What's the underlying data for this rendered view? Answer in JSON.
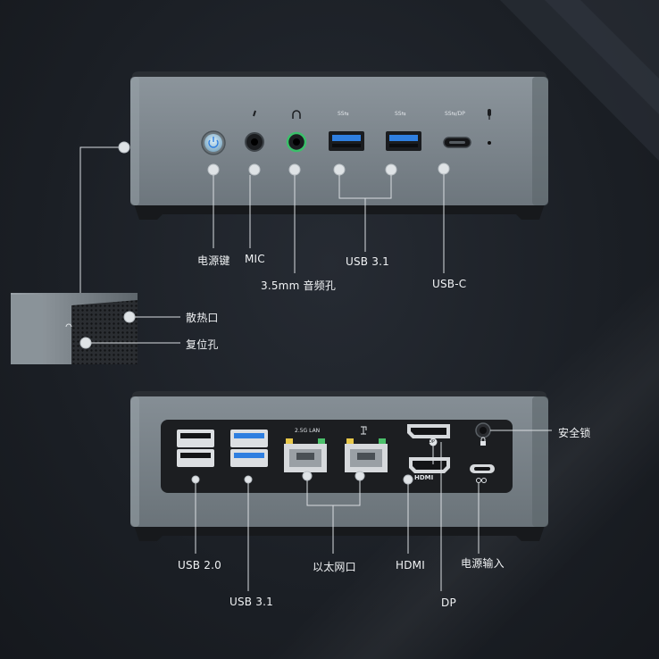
{
  "colors": {
    "background": "#1b1f25",
    "chassis": "#7b858d",
    "chassis_dark": "#23272c",
    "usb3_blue": "#2f7fe0",
    "audio_green": "#3bbf6a",
    "leader_line": "#d9dde1"
  },
  "front": {
    "labels": {
      "power_key": "电源键",
      "mic": "MIC",
      "audio_jack": "3.5mm 音频孔",
      "usb31": "USB 3.1",
      "usbc": "USB-C"
    },
    "icon_text": {
      "usb_a1": "SS⇆",
      "usb_a2": "SS⇆",
      "usbc": "SS⇆/DP"
    }
  },
  "side_inset": {
    "labels": {
      "vent": "散热口",
      "reset": "复位孔"
    }
  },
  "rear": {
    "labels": {
      "security_lock": "安全锁",
      "usb20": "USB 2.0",
      "usb31": "USB 3.1",
      "ethernet": "以太网口",
      "hdmi": "HDMI",
      "power_in": "电源输入",
      "dp": "DP"
    },
    "icon_text": {
      "lan_2_5g": "2.5G LAN",
      "hdmi_logo": "HDMI",
      "dp_logo": "DP"
    }
  }
}
